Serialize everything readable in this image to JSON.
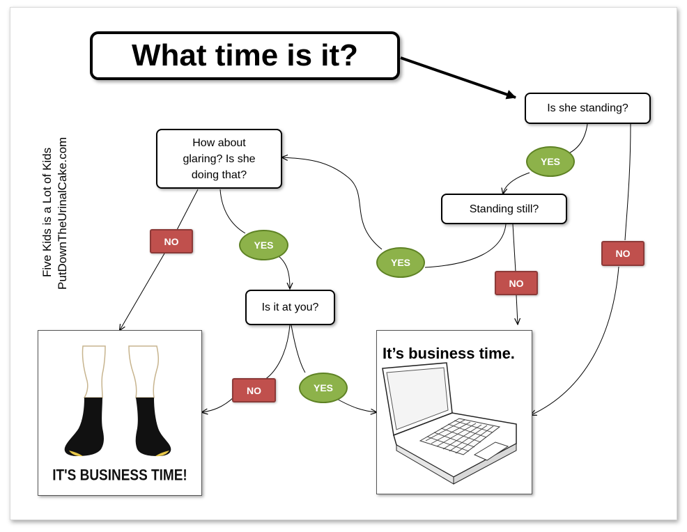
{
  "title": "What time is it?",
  "side_text": {
    "line1": "Five Kids is a Lot of Kids",
    "line2": "PutDownTheUrinalCake.com"
  },
  "questions": {
    "standing": "Is she standing?",
    "standing_still": "Standing still?",
    "glaring": "How about glaring? Is she doing that?",
    "at_you": "Is it at you?"
  },
  "labels": {
    "yes": "YES",
    "no": "NO"
  },
  "outcomes": {
    "socks": "IT'S BUSINESS TIME!",
    "laptop": "It’s business time."
  }
}
